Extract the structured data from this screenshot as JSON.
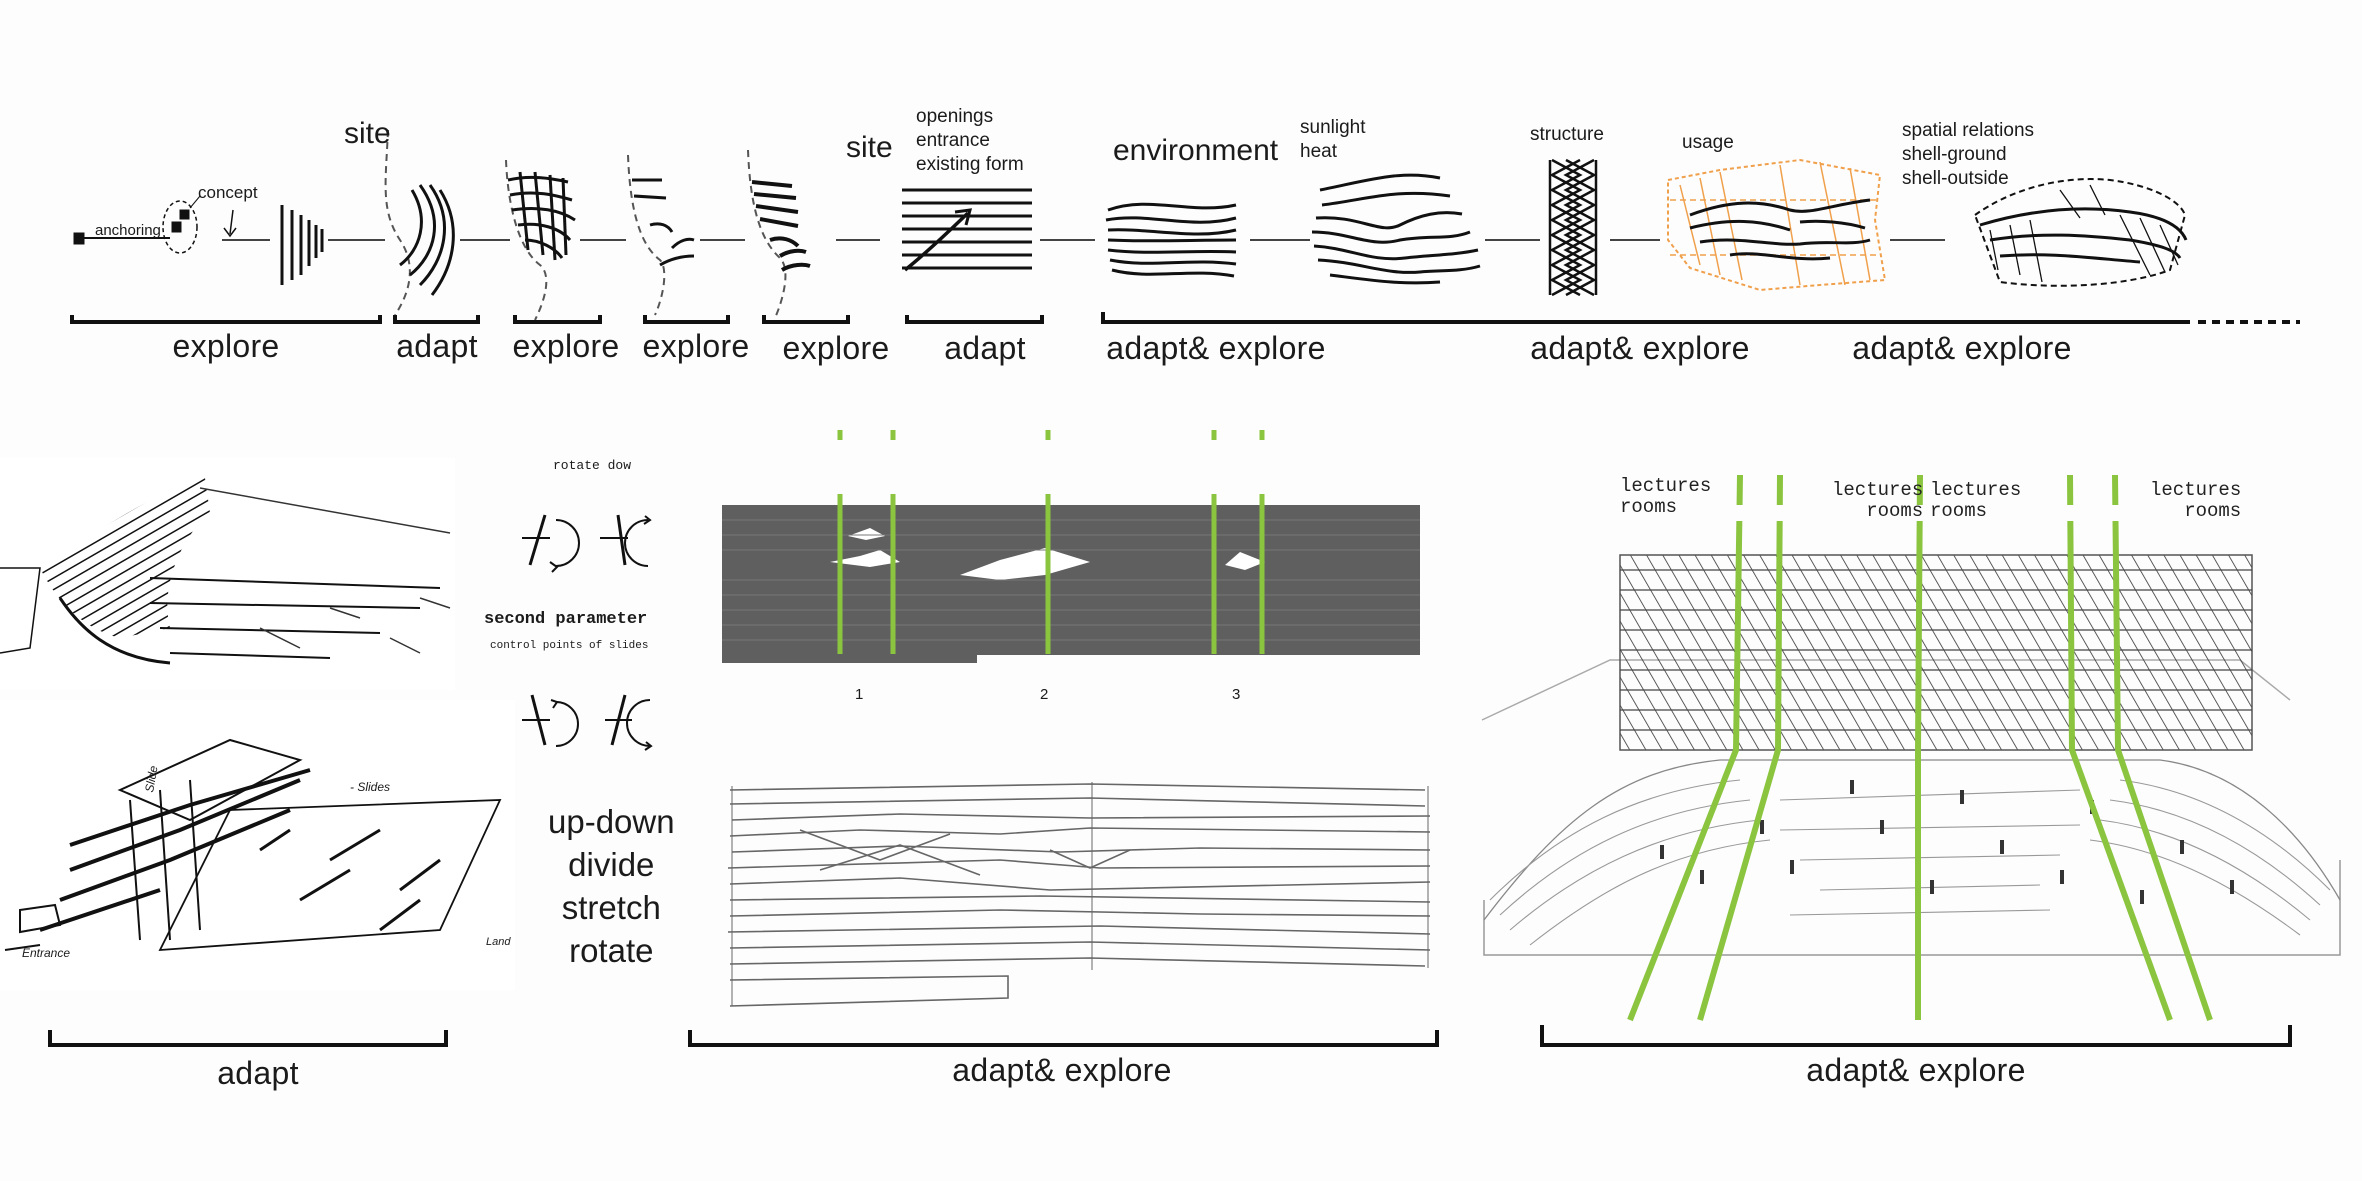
{
  "top_row": {
    "annotations": {
      "anchoring": "anchoring",
      "concept": "concept",
      "site_1": "site",
      "site_2": "site",
      "openings": "openings",
      "entrance": "entrance",
      "existing_form": "existing form",
      "environment": "environment",
      "sunlight": "sunlight",
      "heat": "heat",
      "structure": "structure",
      "usage": "usage",
      "spatial_relations": "spatial relations",
      "shell_ground": "shell-ground",
      "shell_outside": "shell-outside"
    },
    "phases": [
      "explore",
      "adapt",
      "explore",
      "explore",
      "explore",
      "adapt",
      "adapt& explore",
      "adapt& explore",
      "adapt& explore"
    ]
  },
  "bottom_row": {
    "sketch_phase": "adapt",
    "middle_phase": "adapt& explore",
    "right_phase": "adapt& explore",
    "param": {
      "rotate": "rotate dow",
      "second_parameter": "second parameter",
      "control_points": "control points of slides"
    },
    "operations": [
      "up-down",
      "divide",
      "stretch",
      "rotate"
    ],
    "slide_numbers": [
      "1",
      "2",
      "3"
    ],
    "lectures": [
      "lectures",
      "rooms"
    ],
    "sketch_notes": {
      "slide": "Slide",
      "entrance": "Entrance",
      "slides": "- Slides",
      "landscape": "Land"
    }
  },
  "colors": {
    "accent_green": "#8bc53f",
    "usage_orange": "#f0a04b",
    "ink": "#111111",
    "slab_gray": "#5f5f5f"
  }
}
